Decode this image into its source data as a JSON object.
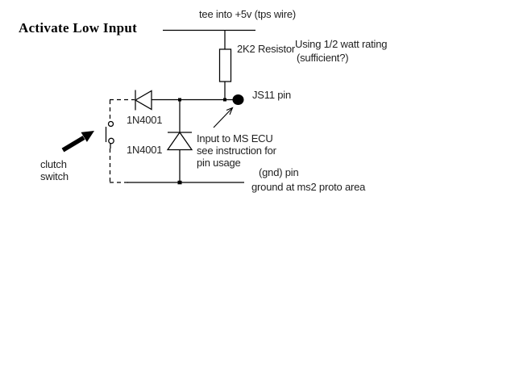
{
  "title": "Activate Low Input",
  "annotations": {
    "tee_label": "tee into +5v (tps wire)",
    "resistor_label": "2K2 Resistor",
    "watt_note_line1": "Using 1/2 watt rating",
    "watt_note_line2": "(sufficient?)",
    "js11_label": "JS11 pin",
    "diode1_label": "1N4001",
    "diode2_label": "1N4001",
    "ecu_note_line1": "Input to MS ECU",
    "ecu_note_line2": "see instruction for",
    "ecu_note_line3": "pin usage",
    "clutch_label_line1": "clutch",
    "clutch_label_line2": "switch",
    "gnd_pin_label": "(gnd) pin",
    "gnd_area_label": "ground at ms2 proto area"
  },
  "components": {
    "resistor_value": "2K2",
    "diode_part_number": "1N4001",
    "input_pin": "JS11",
    "supply": "+5v"
  },
  "colors": {
    "background": "#ffffff",
    "line": "#000000",
    "text": "#1f1f1f"
  }
}
